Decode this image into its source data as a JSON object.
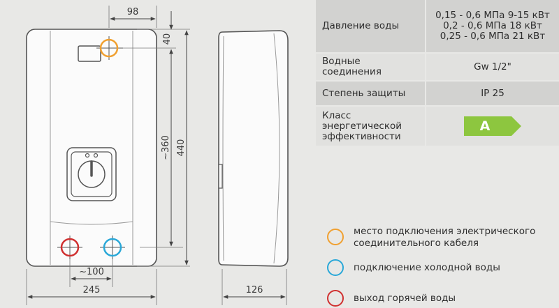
{
  "dimensions": {
    "top_offset": "98",
    "connector_top": "40",
    "connector_span": "~360",
    "total_height": "440",
    "connection_spacing": "~100",
    "width": "245",
    "depth": "126"
  },
  "specs": [
    {
      "label": "Давление воды",
      "values": [
        "0,15 - 0,6 МПа  9-15 кВт",
        "0,2 - 0,6 МПа  18 кВт",
        "0,25 - 0,6 МПа  21 кВт"
      ]
    },
    {
      "label": "Водные\nсоединения",
      "values": [
        "Gw 1/2\""
      ]
    },
    {
      "label": "Степень защиты",
      "values": [
        "IP 25"
      ]
    },
    {
      "label": "Класс\nэнергетической\nэффективности",
      "energy_class": "A"
    }
  ],
  "legend": [
    {
      "text": "место подключения электрического\nсоединительного кабеля",
      "color": "#f0a030"
    },
    {
      "text": "подключение холодной воды",
      "color": "#2aa8d8"
    },
    {
      "text": "выход горячей воды",
      "color": "#d03030"
    }
  ],
  "colors": {
    "electric": "#f0a030",
    "cold": "#2aa8d8",
    "hot": "#d03030",
    "energy_green": "#8dc63f"
  }
}
